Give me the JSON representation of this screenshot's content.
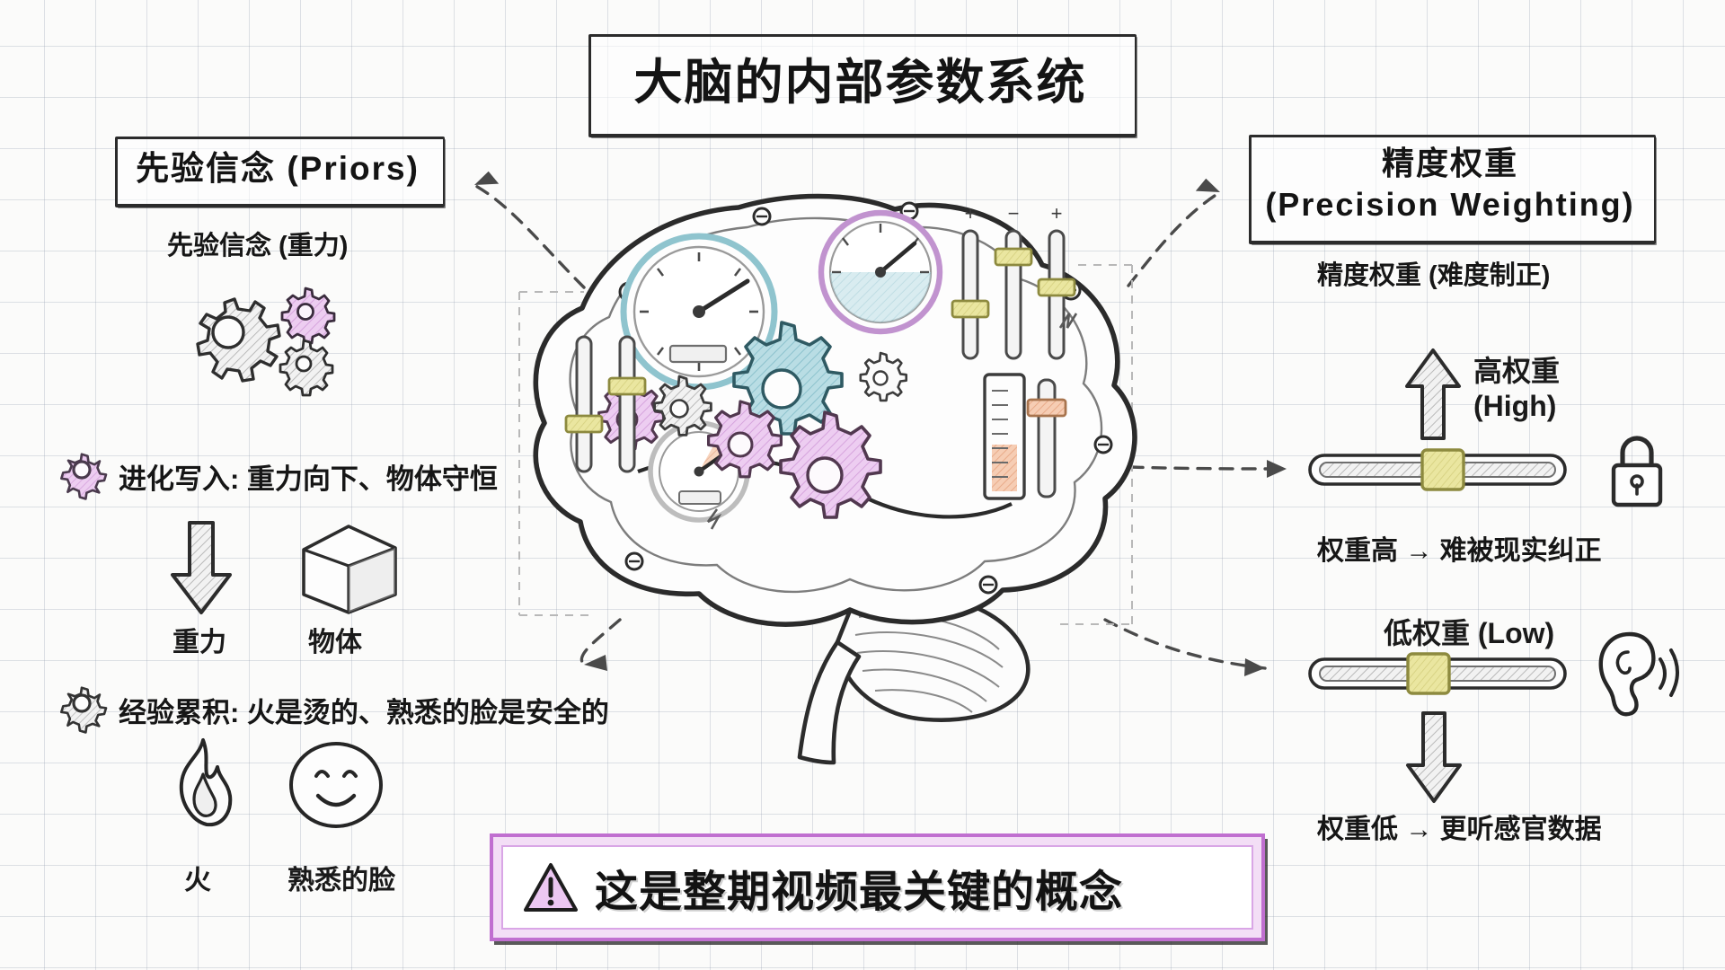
{
  "page": {
    "title": "大脑的内部参数系统",
    "background": "#fbfbfa",
    "grid_color": "#96a0af",
    "ink_color": "#2b2b2b",
    "accent_purple": "#c06fd0",
    "accent_pink": "#e6b8ea",
    "accent_yellow": "#e9e59a",
    "accent_teal": "#a8d4dc",
    "accent_peach": "#f3c3a8"
  },
  "left_panel": {
    "header": "先验信念 (Priors)",
    "subtitle": "先验信念 (重力)",
    "row_evolution": {
      "icon": "gear-icon-pink",
      "text": "进化写入: 重力向下、物体守恒"
    },
    "examples_top": [
      {
        "icon": "down-arrow-icon",
        "label": "重力"
      },
      {
        "icon": "cube-icon",
        "label": "物体"
      }
    ],
    "row_experience": {
      "icon": "gear-icon-gray",
      "text": "经验累积: 火是烫的、熟悉的脸是安全的"
    },
    "examples_bottom": [
      {
        "icon": "flame-icon",
        "label": "火"
      },
      {
        "icon": "smiley-face-icon",
        "label": "熟悉的脸"
      }
    ]
  },
  "right_panel": {
    "header_line1": "精度权重",
    "header_line2": "(Precision Weighting)",
    "subtitle": "精度权重 (难度制正)",
    "high": {
      "arrow": "up-arrow-icon",
      "label_line1": "高权重",
      "label_line2": "(High)",
      "slider_name": "high-weight-slider",
      "slider_value_percent": 52,
      "badge_icon": "lock-icon",
      "caption": "权重高 → 难被现实纠正"
    },
    "low": {
      "label": "低权重 (Low)",
      "slider_name": "low-weight-slider",
      "slider_value_percent": 48,
      "badge_icon": "ear-listening-icon",
      "arrow": "down-arrow-icon",
      "caption": "权重低 → 更听感官数据"
    }
  },
  "banner": {
    "icon": "warning-triangle-icon",
    "text": "这是整期视频最关键的概念"
  },
  "brain": {
    "name": "brain-control-panel-illustration",
    "gauges": [
      {
        "name": "gauge-large-left",
        "rim": "#a8d4dc",
        "needle_angle": -25
      },
      {
        "name": "gauge-top-purple",
        "rim": "#c79bd4",
        "needle_angle": -55
      },
      {
        "name": "gauge-small-bottom",
        "rim": "#bfbfbf",
        "needle_angle": -35
      }
    ],
    "gears": [
      {
        "name": "gear-teal-center",
        "color": "#a8d4dc"
      },
      {
        "name": "gear-pink-large",
        "color": "#e2ace8"
      },
      {
        "name": "gear-pink-mid",
        "color": "#ddaae4"
      },
      {
        "name": "gear-pink-small",
        "color": "#e4b6ea"
      },
      {
        "name": "gear-gray-small",
        "color": "#d8d8d8"
      }
    ],
    "sliders": [
      {
        "name": "brain-slider-1",
        "knob": "#e9e59a"
      },
      {
        "name": "brain-slider-2",
        "knob": "#e9e59a"
      },
      {
        "name": "brain-slider-3",
        "knob": "#e9e59a"
      },
      {
        "name": "brain-slider-4",
        "knob": "#e9e59a"
      },
      {
        "name": "brain-slider-5",
        "knob": "#e9e59a"
      }
    ],
    "signs": [
      "+",
      "−",
      "+"
    ],
    "meter": {
      "name": "brain-level-meter",
      "fill": "#f3c3a8"
    }
  }
}
